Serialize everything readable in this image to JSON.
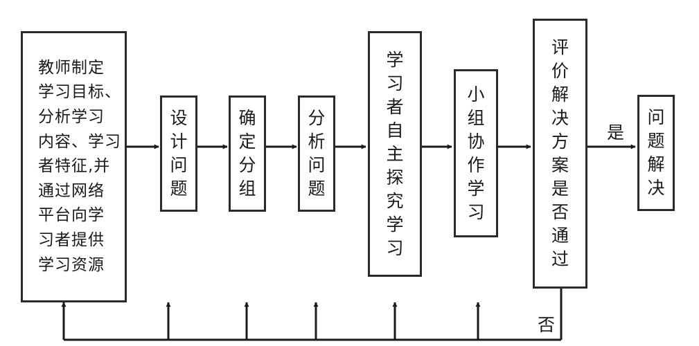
{
  "diagram": {
    "start": {
      "lines": [
        "教师制定",
        "学习目标、",
        "分析学习",
        "内容、学习",
        "者特征,并",
        "通过网络",
        "平台向学",
        "习者提供",
        "学习资源"
      ]
    },
    "steps": [
      {
        "id": "design",
        "chars": [
          "设",
          "计",
          "问",
          "题"
        ]
      },
      {
        "id": "group",
        "chars": [
          "确",
          "定",
          "分",
          "组"
        ]
      },
      {
        "id": "analyze",
        "chars": [
          "分",
          "析",
          "问",
          "题"
        ]
      },
      {
        "id": "self",
        "chars": [
          "学",
          "习",
          "者",
          "自",
          "主",
          "探",
          "究",
          "学",
          "习"
        ]
      },
      {
        "id": "collab",
        "chars": [
          "小",
          "组",
          "协",
          "作",
          "学",
          "习"
        ]
      },
      {
        "id": "eval",
        "chars": [
          "评",
          "价",
          "解",
          "决",
          "方",
          "案",
          "是",
          "否",
          "通",
          "过"
        ]
      },
      {
        "id": "solved",
        "chars": [
          "问",
          "题",
          "解",
          "决"
        ]
      }
    ],
    "labels": {
      "yes": "是",
      "no": "否"
    }
  }
}
